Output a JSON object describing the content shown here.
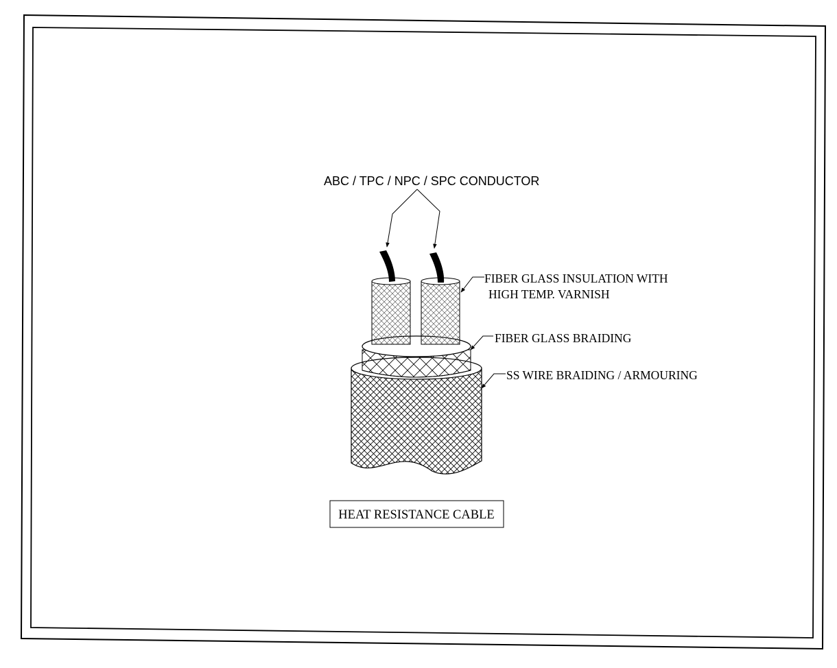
{
  "diagram": {
    "labels": {
      "conductor": "ABC / TPC / NPC / SPC CONDUCTOR",
      "insulation_line1": "FIBER GLASS INSULATION WITH",
      "insulation_line2": "HIGH TEMP. VARNISH",
      "braiding": "FIBER GLASS BRAIDING",
      "armouring": "SS WIRE BRAIDING / ARMOURING"
    },
    "caption": "HEAT RESISTANCE CABLE"
  }
}
